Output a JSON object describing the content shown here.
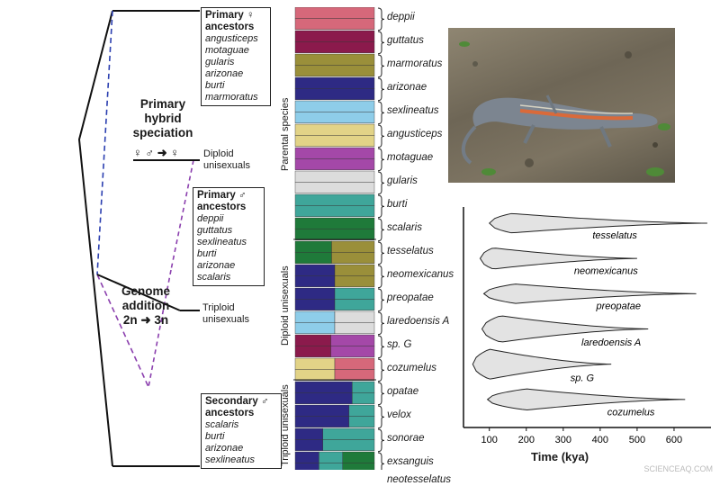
{
  "tree": {
    "primary_female_box": {
      "title": "Primary ♀ ancestors",
      "species": [
        "angusticeps",
        "motaguae",
        "gularis",
        "arizonae",
        "burti",
        "marmoratus"
      ]
    },
    "primary_male_box": {
      "title": "Primary ♂ ancestors",
      "species": [
        "deppii",
        "guttatus",
        "sexlineatus",
        "burti",
        "arizonae",
        "scalaris"
      ]
    },
    "secondary_male_box": {
      "title": "Secondary ♂ ancestors",
      "species": [
        "scalaris",
        "burti",
        "arizonae",
        "sexlineatus"
      ]
    },
    "primary_speciation_label": "Primary hybrid speciation",
    "cross_label": "♀ ♂ ➜ ♀",
    "diploid_label": "Diploid unisexuals",
    "genome_addition_label": "Genome addition",
    "ploidy_label": "2n ➜ 3n",
    "triploid_label": "Triploid unisexuals"
  },
  "groups": {
    "parental": "Parental species",
    "diploid": "Diploid unisexuals",
    "triploid": "Triploid unisexuals"
  },
  "species": [
    {
      "name": "deppii",
      "group": "parental",
      "rows": 2,
      "colors": [
        {
          "c": "#d6687a",
          "f": 1
        }
      ]
    },
    {
      "name": "guttatus",
      "group": "parental",
      "rows": 2,
      "colors": [
        {
          "c": "#8b1a4c",
          "f": 1
        }
      ]
    },
    {
      "name": "marmoratus",
      "group": "parental",
      "rows": 2,
      "colors": [
        {
          "c": "#9a8f3a",
          "f": 1
        }
      ]
    },
    {
      "name": "arizonae",
      "group": "parental",
      "rows": 2,
      "colors": [
        {
          "c": "#2e2a84",
          "f": 1
        }
      ]
    },
    {
      "name": "sexlineatus",
      "group": "parental",
      "rows": 2,
      "colors": [
        {
          "c": "#8ecde9",
          "f": 1
        }
      ]
    },
    {
      "name": "angusticeps",
      "group": "parental",
      "rows": 2,
      "colors": [
        {
          "c": "#e2d387",
          "f": 1
        }
      ]
    },
    {
      "name": "motaguae",
      "group": "parental",
      "rows": 2,
      "colors": [
        {
          "c": "#a448a8",
          "f": 1
        }
      ]
    },
    {
      "name": "gularis",
      "group": "parental",
      "rows": 2,
      "colors": [
        {
          "c": "#dcdcdc",
          "f": 1
        }
      ]
    },
    {
      "name": "burti",
      "group": "parental",
      "rows": 2,
      "colors": [
        {
          "c": "#3fa69a",
          "f": 1
        }
      ]
    },
    {
      "name": "scalaris",
      "group": "parental",
      "rows": 2,
      "colors": [
        {
          "c": "#1f7a3a",
          "f": 1
        }
      ]
    },
    {
      "name": "tesselatus",
      "group": "diploid",
      "rows": 2,
      "colors": [
        {
          "c": "#1f7a3a",
          "f": 0.46
        },
        {
          "c": "#9a8f3a",
          "f": 0.54
        }
      ]
    },
    {
      "name": "neomexicanus",
      "group": "diploid",
      "rows": 2,
      "colors": [
        {
          "c": "#2e2a84",
          "f": 0.5
        },
        {
          "c": "#9a8f3a",
          "f": 0.5
        }
      ]
    },
    {
      "name": "preopatae",
      "group": "diploid",
      "rows": 2,
      "colors": [
        {
          "c": "#2e2a84",
          "f": 0.5
        },
        {
          "c": "#3fa69a",
          "f": 0.5
        }
      ]
    },
    {
      "name": "laredoensis A",
      "group": "diploid",
      "rows": 2,
      "colors": [
        {
          "c": "#8ecde9",
          "f": 0.5
        },
        {
          "c": "#dcdcdc",
          "f": 0.5
        }
      ]
    },
    {
      "name": "sp. G",
      "group": "diploid",
      "rows": 2,
      "colors": [
        {
          "c": "#8b1a4c",
          "f": 0.45
        },
        {
          "c": "#a448a8",
          "f": 0.55
        }
      ]
    },
    {
      "name": "cozumelus",
      "group": "diploid",
      "rows": 2,
      "colors": [
        {
          "c": "#e2d387",
          "f": 0.5
        },
        {
          "c": "#d6687a",
          "f": 0.5
        }
      ]
    },
    {
      "name": "opatae",
      "group": "triploid",
      "rows": 2,
      "colors": [
        {
          "c": "#2e2a84",
          "f": 0.72
        },
        {
          "c": "#3fa69a",
          "f": 0.28
        }
      ]
    },
    {
      "name": "velox",
      "group": "triploid",
      "rows": 2,
      "colors": [
        {
          "c": "#2e2a84",
          "f": 0.68
        },
        {
          "c": "#3fa69a",
          "f": 0.32
        }
      ]
    },
    {
      "name": "sonorae",
      "group": "triploid",
      "rows": 2,
      "colors": [
        {
          "c": "#2e2a84",
          "f": 0.35
        },
        {
          "c": "#3fa69a",
          "f": 0.65
        }
      ]
    },
    {
      "name": "exsanguis",
      "group": "triploid",
      "rows": 2,
      "colors": [
        {
          "c": "#2e2a84",
          "f": 0.3
        },
        {
          "c": "#3fa69a",
          "f": 0.3
        },
        {
          "c": "#1f7a3a",
          "f": 0.4
        }
      ]
    },
    {
      "name": "neotesselatus",
      "group": "triploid",
      "rows": 1,
      "colors": [
        {
          "c": "#8ecde9",
          "f": 0.3
        },
        {
          "c": "#1f7a3a",
          "f": 0.4
        },
        {
          "c": "#9a8f3a",
          "f": 0.3
        }
      ]
    }
  ],
  "chart_data": {
    "type": "violin",
    "xlabel": "Time (kya)",
    "xticks": [
      100,
      200,
      300,
      400,
      500,
      600
    ],
    "xlim": [
      30,
      700
    ],
    "violins": [
      {
        "name": "tesselatus",
        "start": 100,
        "end": 690,
        "peak": 160,
        "max_halfwidth": 0.55
      },
      {
        "name": "neomexicanus",
        "start": 75,
        "end": 500,
        "peak": 110,
        "max_halfwidth": 0.6
      },
      {
        "name": "preopatae",
        "start": 85,
        "end": 660,
        "peak": 170,
        "max_halfwidth": 0.55
      },
      {
        "name": "laredoensis A",
        "start": 80,
        "end": 530,
        "peak": 130,
        "max_halfwidth": 0.75
      },
      {
        "name": "sp. G",
        "start": 55,
        "end": 430,
        "peak": 100,
        "max_halfwidth": 0.85
      },
      {
        "name": "cozumelus",
        "start": 95,
        "end": 630,
        "peak": 200,
        "max_halfwidth": 0.6
      }
    ]
  },
  "watermark": "SCIENCEAQ.COM"
}
